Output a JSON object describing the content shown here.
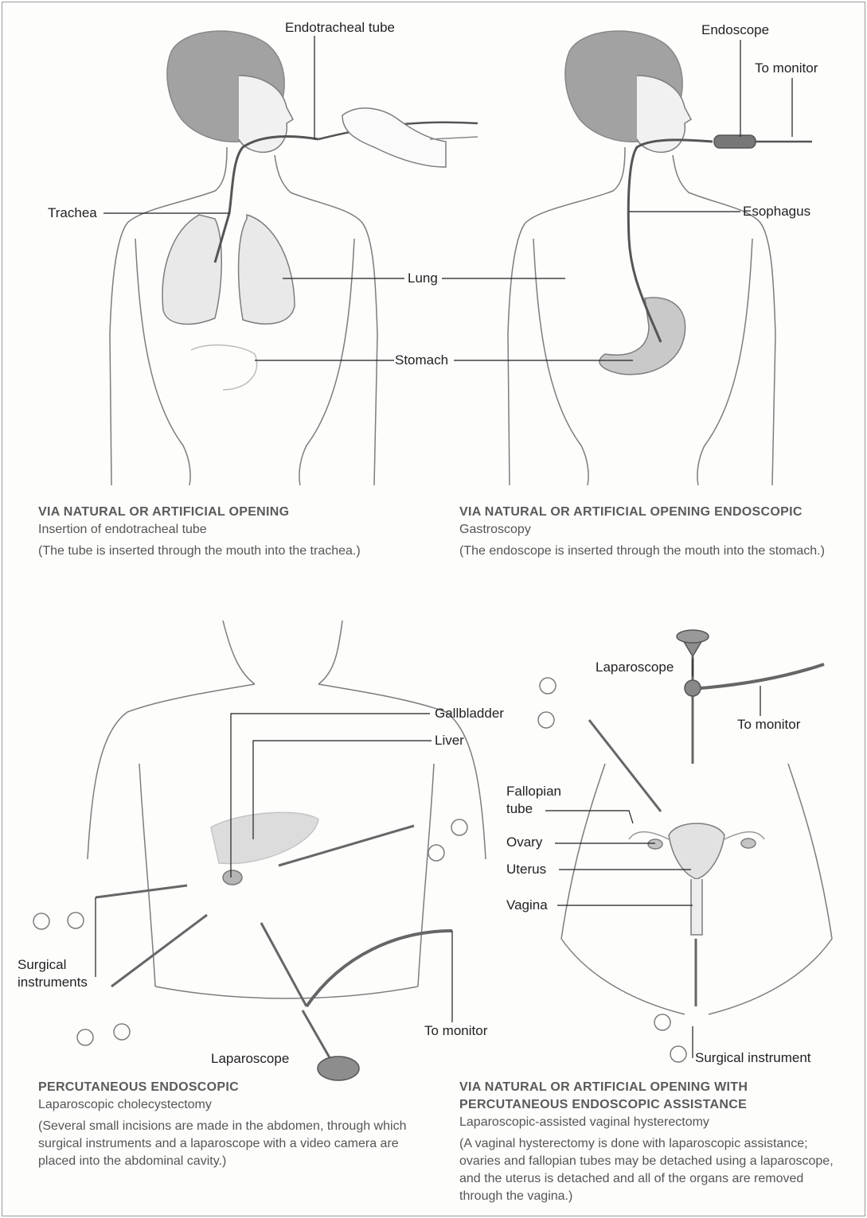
{
  "panels": {
    "top_left": {
      "labels": {
        "endotracheal_tube": "Endotracheal tube",
        "trachea": "Trachea",
        "lung": "Lung",
        "stomach": "Stomach"
      },
      "heading": "VIA NATURAL OR ARTIFICIAL OPENING",
      "subtitle": "Insertion of endotracheal tube",
      "note": "(The tube is inserted through the mouth into the trachea.)"
    },
    "top_right": {
      "labels": {
        "endoscope": "Endoscope",
        "to_monitor": "To monitor",
        "esophagus": "Esophagus"
      },
      "heading": "VIA NATURAL OR ARTIFICIAL OPENING ENDOSCOPIC",
      "subtitle": "Gastroscopy",
      "note": "(The endoscope is inserted through the mouth into the stomach.)"
    },
    "bottom_left": {
      "labels": {
        "gallbladder": "Gallbladder",
        "liver": "Liver",
        "surgical_instruments_1": "Surgical",
        "surgical_instruments_2": "instruments",
        "laparoscope": "Laparoscope",
        "to_monitor": "To monitor"
      },
      "heading": "PERCUTANEOUS ENDOSCOPIC",
      "subtitle": "Laparoscopic cholecystectomy",
      "note": "(Several small incisions are made in the abdomen, through which surgical instruments and a laparoscope with a video camera are placed into the abdominal cavity.)"
    },
    "bottom_right": {
      "labels": {
        "laparoscope": "Laparoscope",
        "to_monitor": "To monitor",
        "fallopian_1": "Fallopian",
        "fallopian_2": "tube",
        "ovary": "Ovary",
        "uterus": "Uterus",
        "vagina": "Vagina",
        "surgical_instrument": "Surgical instrument"
      },
      "heading_1": "VIA NATURAL OR ARTIFICIAL OPENING WITH",
      "heading_2": "PERCUTANEOUS ENDOSCOPIC ASSISTANCE",
      "subtitle": "Laparoscopic-assisted vaginal hysterectomy",
      "note": "(A vaginal hysterectomy is done with laparoscopic assistance; ovaries and fallopian tubes may be detached using a laparoscope, and the uterus is detached and all of the organs are removed through the vagina.)"
    }
  },
  "colors": {
    "outline": "#7d7d7d",
    "hair": "#8c8c8c",
    "organ": "#d4d4d4",
    "instrument": "#6e6e6e",
    "leader": "#1e1e1e"
  }
}
